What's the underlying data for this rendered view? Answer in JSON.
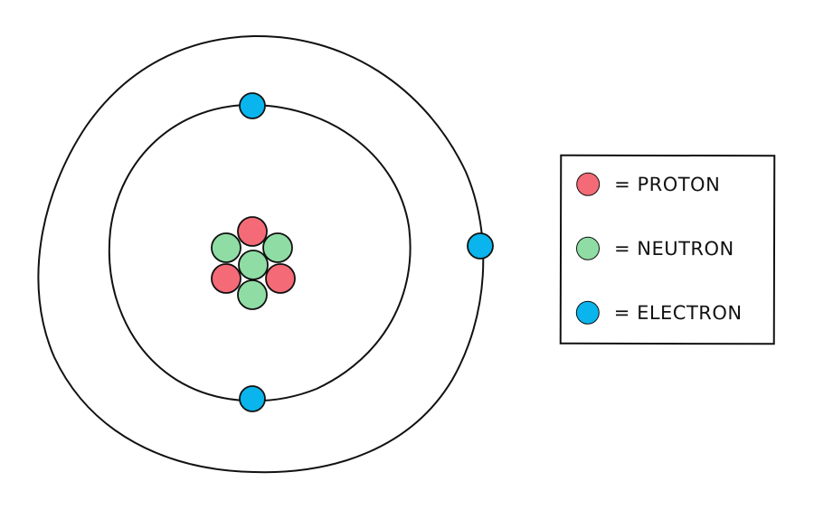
{
  "colors": {
    "proton": "#F46A76",
    "neutron": "#8FDDA4",
    "electron": "#0AB4EC",
    "outline": "#111111"
  },
  "atom": {
    "protons": 3,
    "neutrons": 4,
    "electrons": 3,
    "shells": [
      {
        "name": "inner",
        "electrons": 2
      },
      {
        "name": "outer",
        "electrons": 1
      }
    ]
  },
  "legend": {
    "items": [
      {
        "key": "proton",
        "icon": "proton-dot",
        "label": "= PROTON"
      },
      {
        "key": "neutron",
        "icon": "neutron-dot",
        "label": "= NEUTRON"
      },
      {
        "key": "electron",
        "icon": "electron-dot",
        "label": "= ELECTRON"
      }
    ]
  }
}
